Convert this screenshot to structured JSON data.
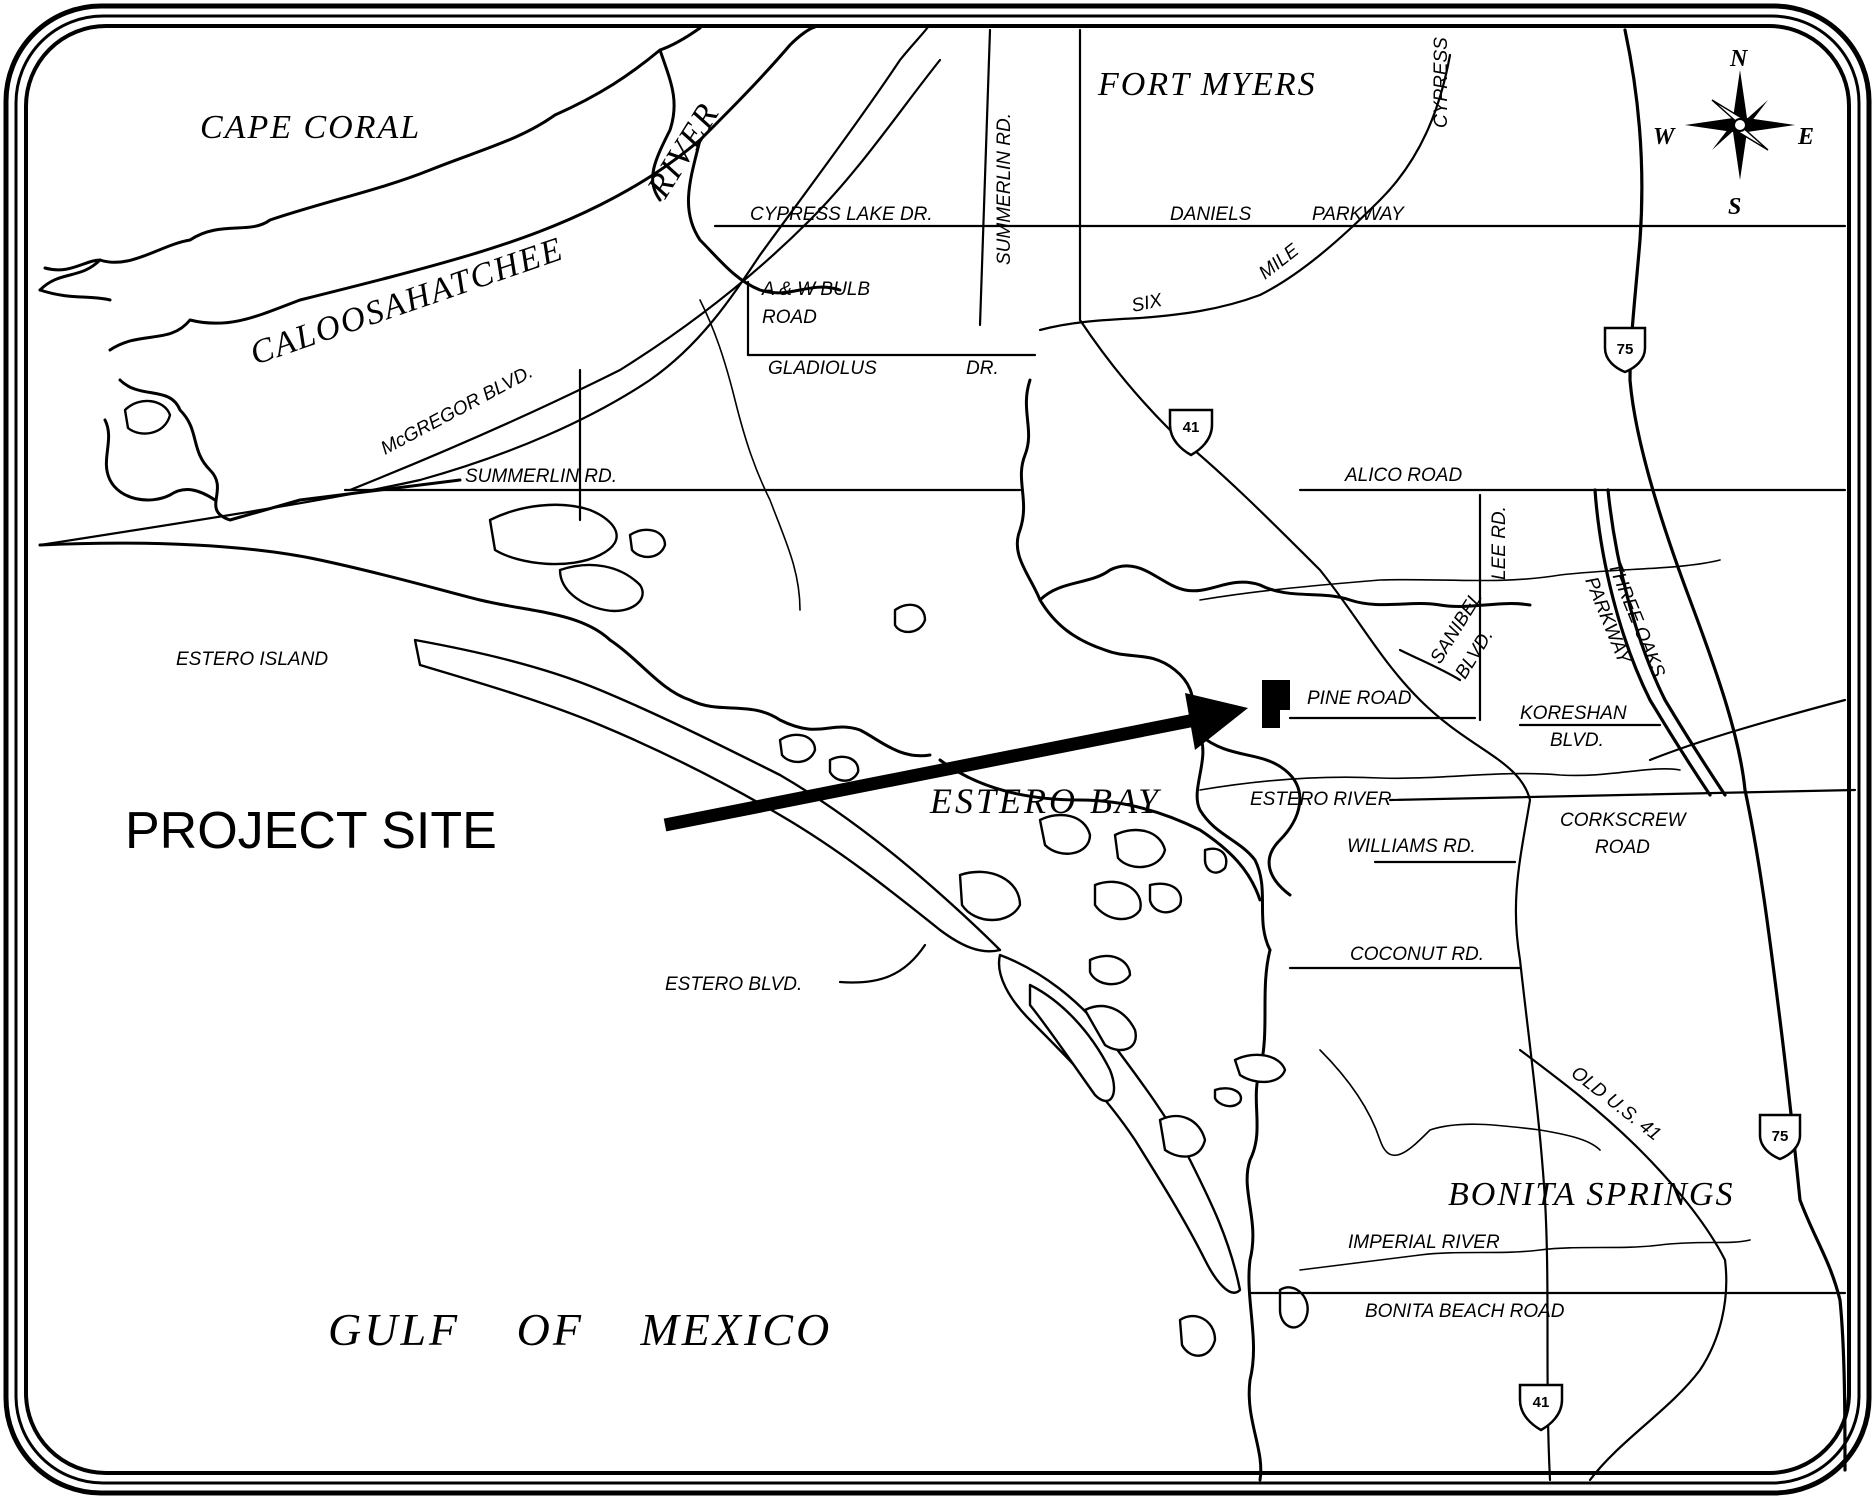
{
  "places": {
    "cape_coral": "CAPE CORAL",
    "fort_myers": "FORT MYERS",
    "bonita_springs": "BONITA SPRINGS",
    "estero_bay": "ESTERO BAY",
    "gulf_of_mexico": "GULF OF MEXICO",
    "estero_island": "ESTERO ISLAND"
  },
  "waterways": {
    "caloosahatchee": "CALOOSAHATCHEE",
    "river": "RIVER",
    "estero_river": "ESTERO RIVER",
    "imperial_river": "IMPERIAL RIVER"
  },
  "roads": {
    "cypress_lake_dr": "CYPRESS LAKE DR.",
    "daniels": "DANIELS",
    "parkway": "PARKWAY",
    "six": "SIX",
    "mile": "MILE",
    "cypress": "CYPRESS",
    "summerlin_rd_vertical": "SUMMERLIN RD.",
    "summerlin_rd": "SUMMERLIN RD.",
    "aw_bulb_1": "A & W BULB",
    "aw_bulb_2": "ROAD",
    "gladiolus": "GLADIOLUS",
    "dr": "DR.",
    "mcgregor": "McGREGOR BLVD.",
    "alico": "ALICO ROAD",
    "lee_rd": "LEE RD.",
    "sanibel_1": "SANIBEL",
    "sanibel_2": "BLVD.",
    "three_oaks_1": "THREE OAKS",
    "three_oaks_2": "PARKWAY",
    "pine_road": "PINE ROAD",
    "koreshan_1": "KORESHAN",
    "koreshan_2": "BLVD.",
    "corkscrew_1": "CORKSCREW",
    "corkscrew_2": "ROAD",
    "williams": "WILLIAMS RD.",
    "coconut": "COCONUT RD.",
    "estero_blvd": "ESTERO BLVD.",
    "old_us41": "OLD U.S. 41",
    "bonita_beach": "BONITA BEACH ROAD"
  },
  "shields": {
    "us41": "41",
    "i75": "75"
  },
  "callout": {
    "project_site": "PROJECT SITE"
  },
  "compass": {
    "n": "N",
    "s": "S",
    "e": "E",
    "w": "W"
  }
}
